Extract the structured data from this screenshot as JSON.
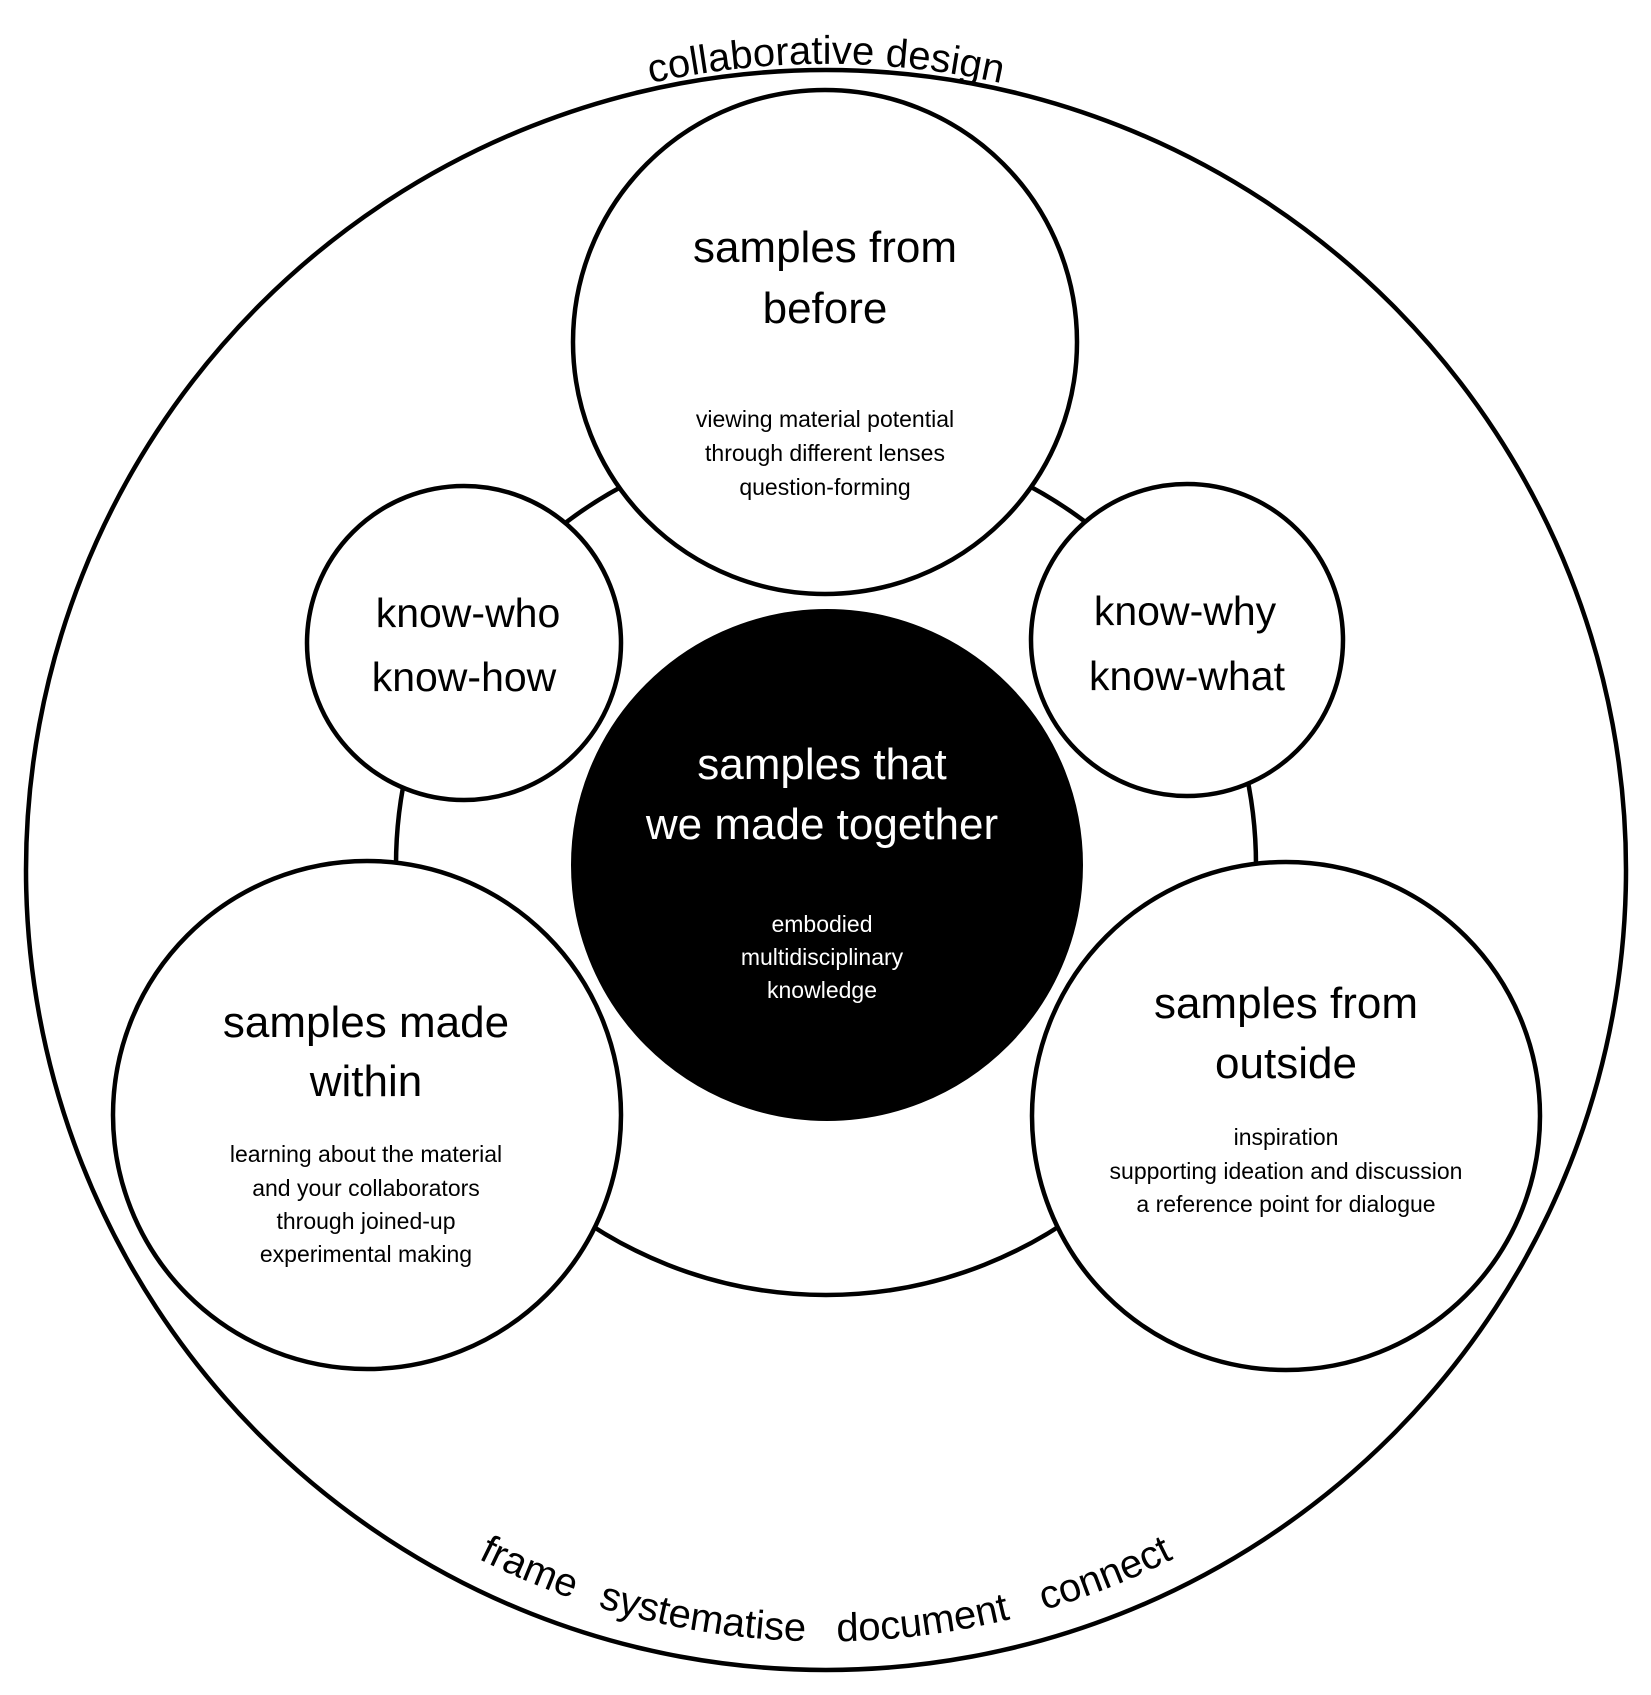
{
  "diagram": {
    "outer_label": "collaborative design",
    "practices": [
      "frame",
      "systematise",
      "document",
      "connect"
    ],
    "center": {
      "title_lines": [
        "samples that",
        "we made together"
      ],
      "description_lines": [
        "embodied",
        "multidisciplinary",
        "knowledge"
      ],
      "fill_color": "#000000",
      "text_color": "#ffffff"
    },
    "top": {
      "title_lines": [
        "samples from",
        "before"
      ],
      "description_lines": [
        "viewing material potential",
        "through different lenses",
        "question-forming"
      ]
    },
    "bottom_left": {
      "title_lines": [
        "samples made",
        "within"
      ],
      "description_lines": [
        "learning about the material",
        "and your collaborators",
        "through joined-up",
        "experimental making"
      ]
    },
    "bottom_right": {
      "title_lines": [
        "samples from",
        "outside"
      ],
      "description_lines": [
        "inspiration",
        "supporting ideation and discussion",
        "a reference point for dialogue"
      ]
    },
    "knowledge_left": {
      "lines": [
        "know-who",
        "know-how"
      ]
    },
    "knowledge_right": {
      "lines": [
        "know-why",
        "know-what"
      ]
    },
    "line_color": "#000000",
    "background_color": "#ffffff"
  }
}
